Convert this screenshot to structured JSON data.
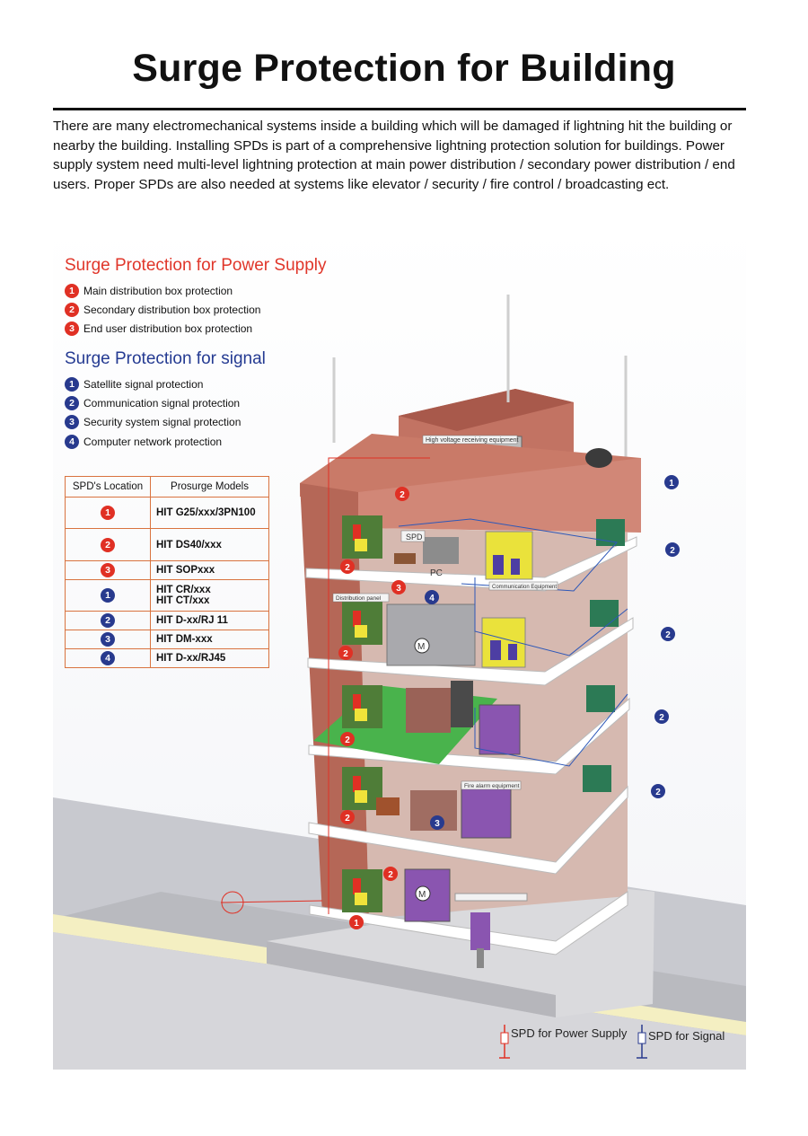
{
  "title": "Surge Protection for Building",
  "intro": "There are many electromechanical systems inside a building which will be damaged if lightning hit the building or nearby the building. Installing SPDs is part of a comprehensive lightning protection solution for buildings. Power supply system need multi-level lightning protection at main power distribution / secondary power distribution / end users. Proper SPDs are also needed at systems like elevator / security / fire control / broadcasting ect.",
  "power_legend": {
    "heading": "Surge Protection for Power Supply",
    "items": [
      {
        "num": "1",
        "label": "Main distribution box protection"
      },
      {
        "num": "2",
        "label": "Secondary distribution box protection"
      },
      {
        "num": "3",
        "label": "End user distribution box protection"
      }
    ]
  },
  "signal_legend": {
    "heading": "Surge Protection for signal",
    "items": [
      {
        "num": "1",
        "label": "Satellite signal protection"
      },
      {
        "num": "2",
        "label": "Communication signal protection"
      },
      {
        "num": "3",
        "label": "Security system signal protection"
      },
      {
        "num": "4",
        "label": "Computer network protection"
      }
    ]
  },
  "table": {
    "headers": [
      "SPD's Location",
      "Prosurge Models"
    ],
    "rows": [
      {
        "num": "1",
        "kind": "power",
        "model": "HIT G25/xxx/3PN100"
      },
      {
        "num": "2",
        "kind": "power",
        "model": "HIT DS40/xxx"
      },
      {
        "num": "3",
        "kind": "power",
        "model": "HIT SOPxxx"
      },
      {
        "num": "1",
        "kind": "signal",
        "model": "HIT CR/xxx",
        "model2": "HIT CT/xxx"
      },
      {
        "num": "2",
        "kind": "signal",
        "model": "HIT D-xx/RJ 11"
      },
      {
        "num": "3",
        "kind": "signal",
        "model": "HIT DM-xxx"
      },
      {
        "num": "4",
        "kind": "signal",
        "model": "HIT D-xx/RJ45"
      }
    ]
  },
  "building_labels": {
    "high_voltage": "High voltage receiving equipment",
    "spd": "SPD",
    "pc": "PC",
    "communication": "Communication Equipment",
    "distribution_panel": "Distribution panel",
    "fire_alarm": "Fire alarm equipment",
    "motor": "M"
  },
  "markers": {
    "power": [
      "2",
      "2",
      "3",
      "2",
      "2",
      "2",
      "2",
      "1"
    ],
    "signal": [
      "1",
      "2",
      "4",
      "2",
      "2",
      "2",
      "3"
    ]
  },
  "bottom_legend": {
    "power": "SPD for Power Supply",
    "signal": "SPD for Signal"
  },
  "colors": {
    "power": "#e03024",
    "signal": "#283a8e",
    "wall": "#c97a68",
    "floor": "#f4f4f4",
    "ground": "#c8c9ce"
  }
}
